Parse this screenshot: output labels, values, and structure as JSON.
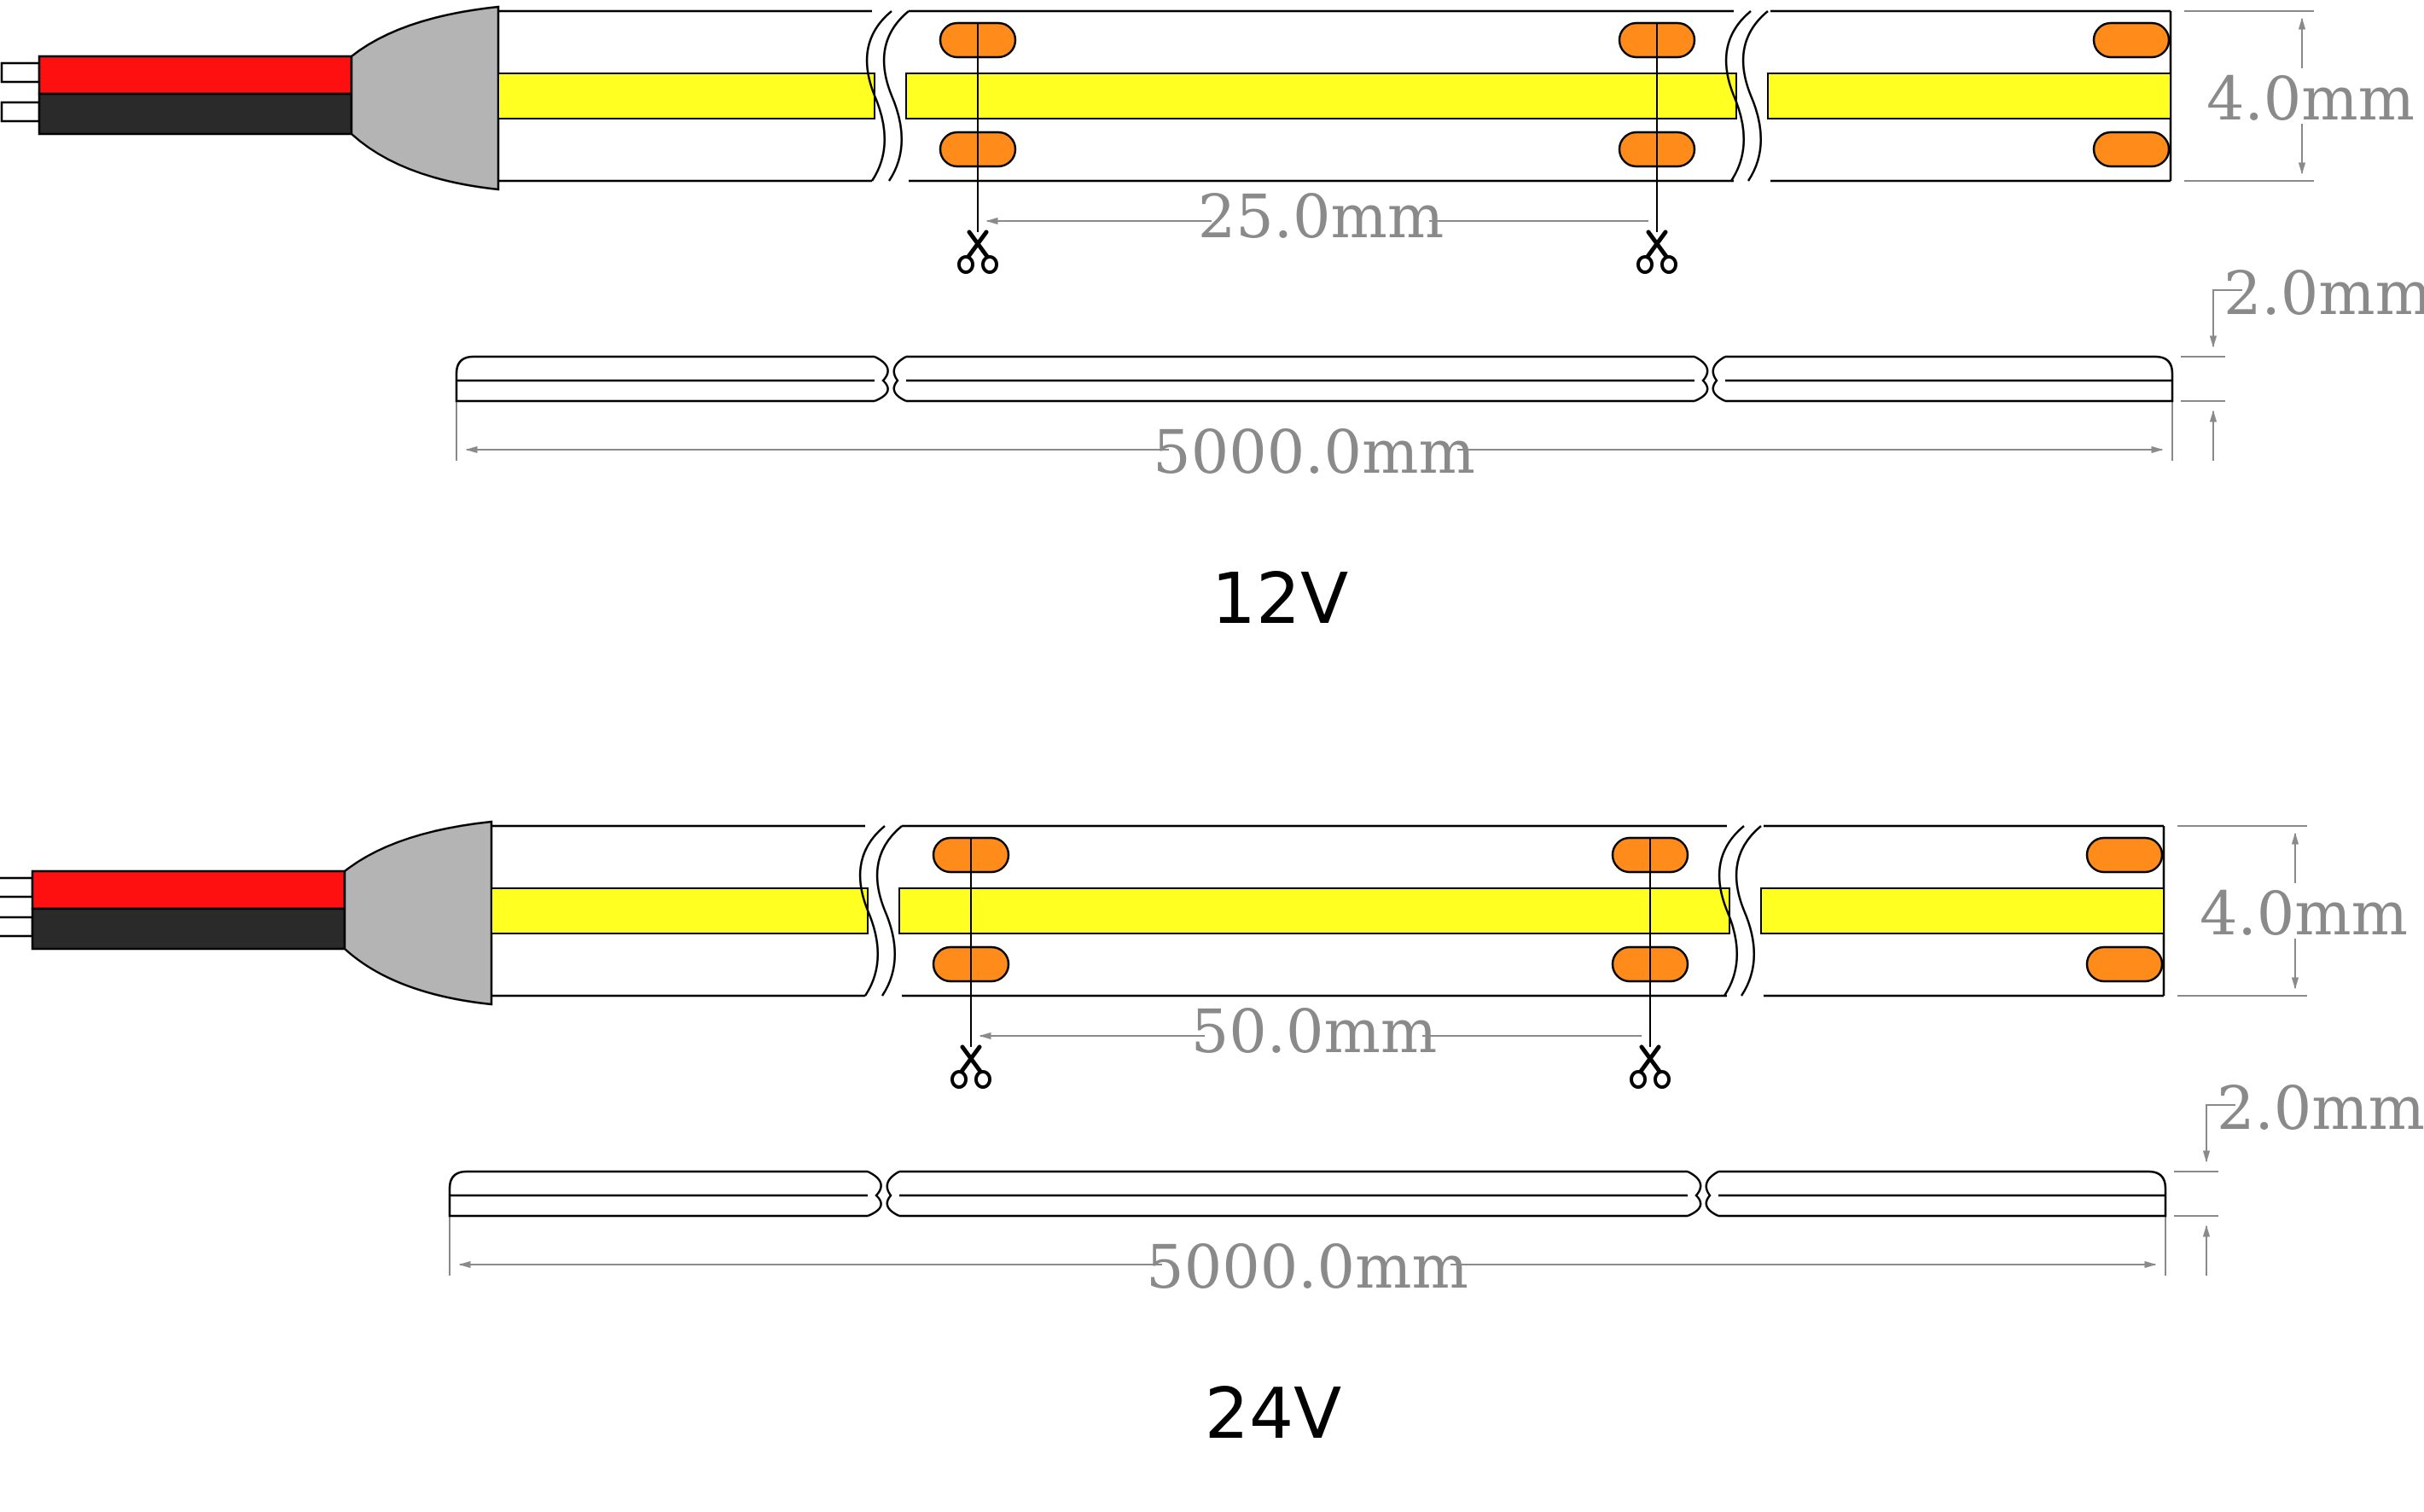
{
  "colors": {
    "red_wire": "#ff1010",
    "black_wire": "#2a2a2a",
    "connector": "#b4b4b4",
    "cob_strip": "#ffff22",
    "solder_pad": "#ff8c1a",
    "dimension_line": "#8a8a8a",
    "outline": "#000000"
  },
  "strips": [
    {
      "voltage_label": "12V",
      "cut_pitch_label": "25.0mm",
      "width_label": "4.0mm",
      "thickness_label": "2.0mm",
      "length_label": "5000.0mm"
    },
    {
      "voltage_label": "24V",
      "cut_pitch_label": "50.0mm",
      "width_label": "4.0mm",
      "thickness_label": "2.0mm",
      "length_label": "5000.0mm"
    }
  ],
  "icons": {
    "cut_mark": "scissors-icon"
  }
}
